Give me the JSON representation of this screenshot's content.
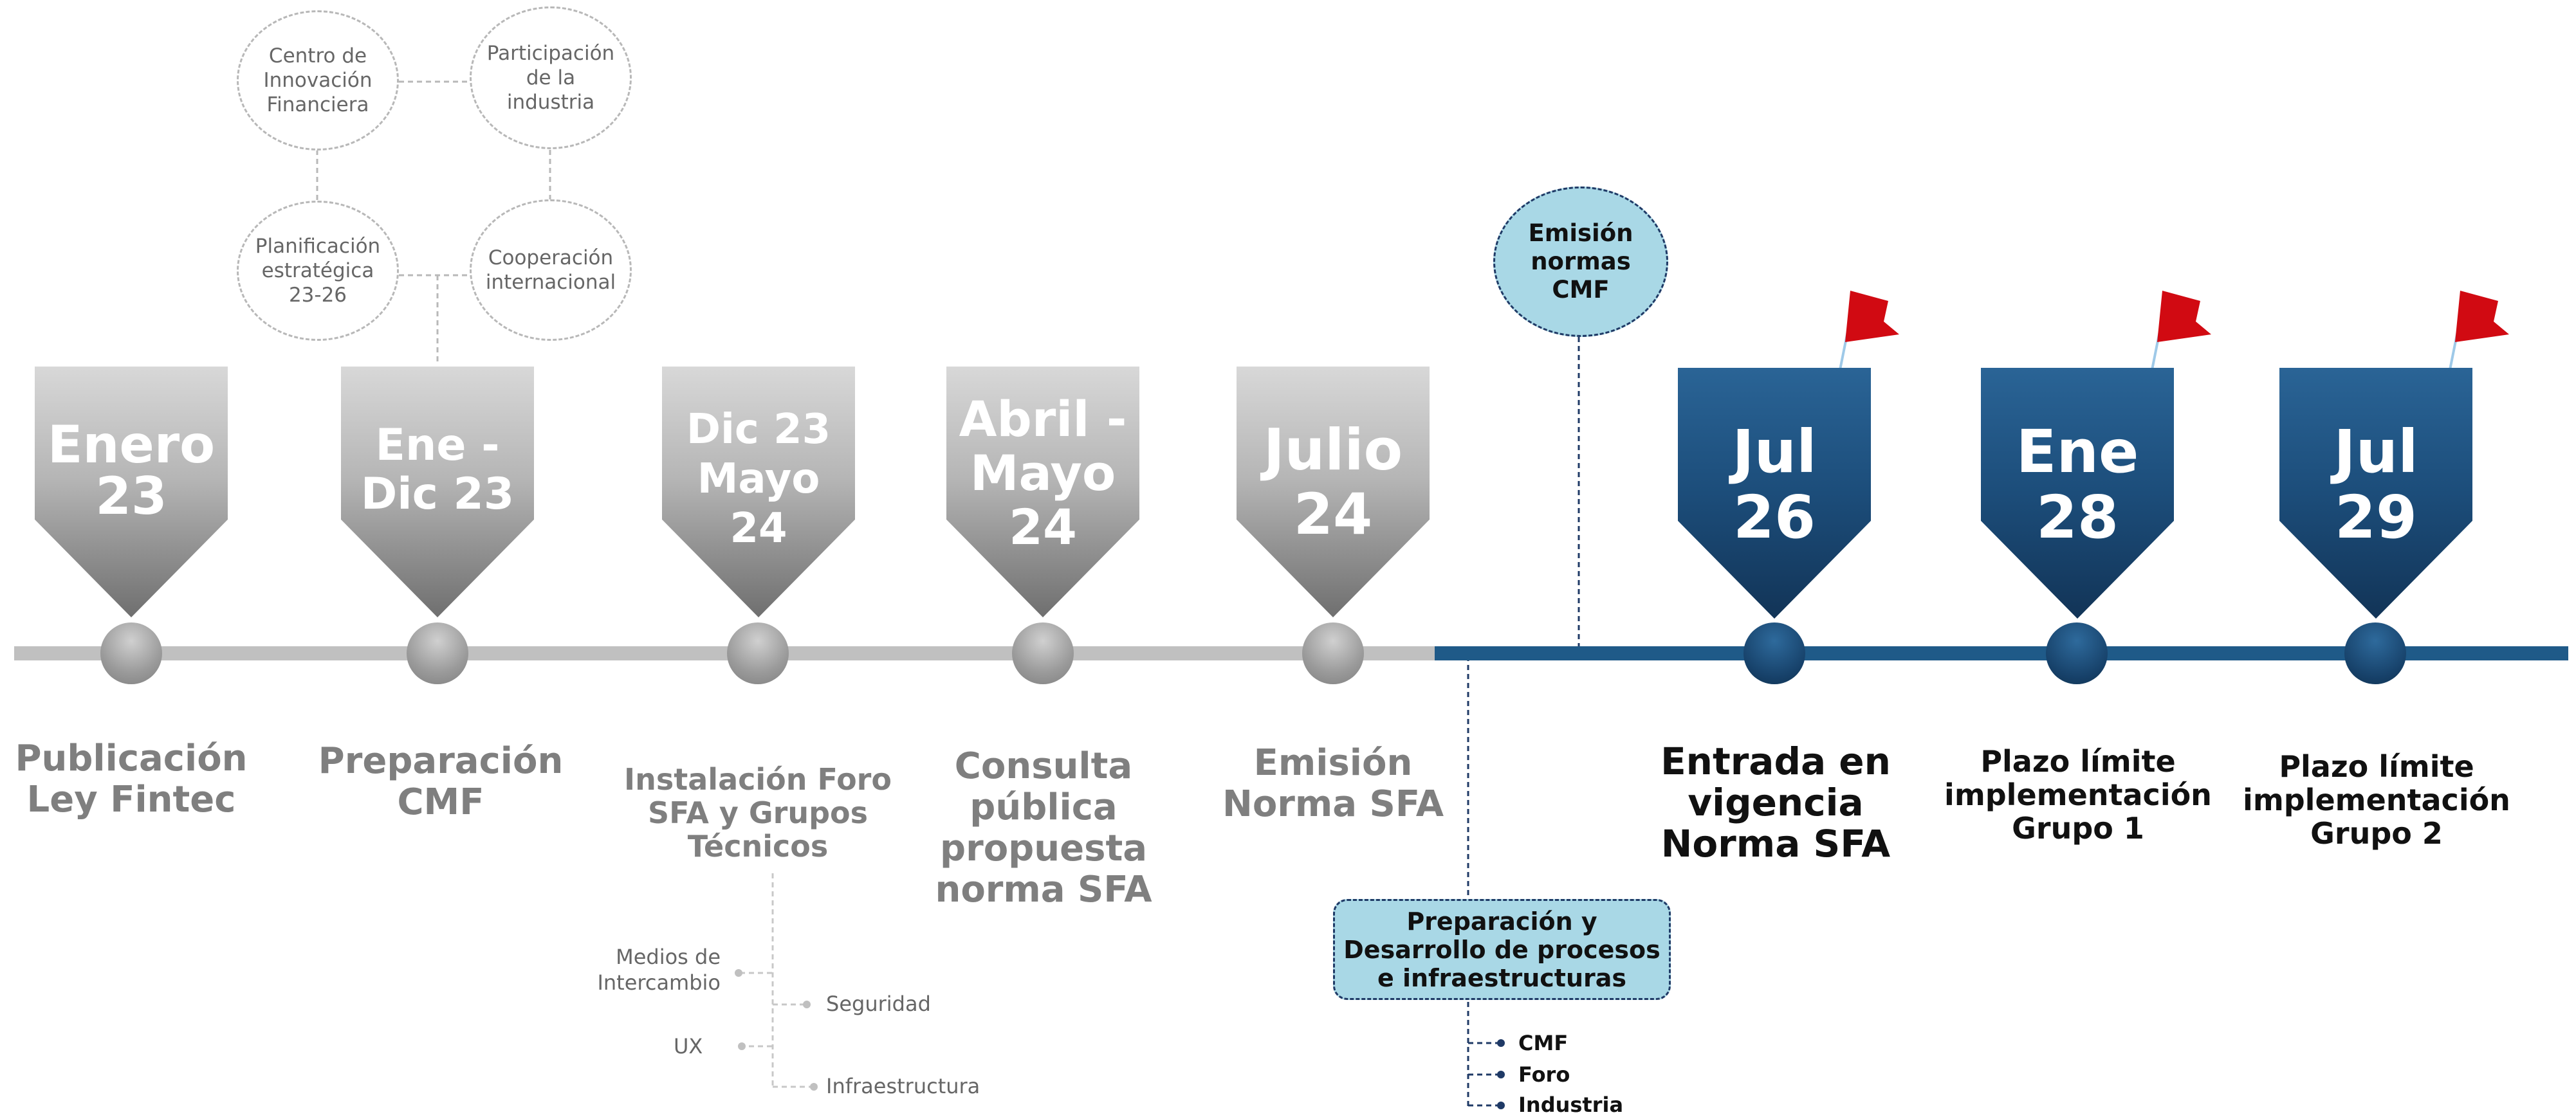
{
  "colors": {
    "gray_line": "#c0c0c0",
    "blue_line": "#1f5a88",
    "flag": "#d10a12",
    "light_blue_box": "#a9d8e6"
  },
  "bubbles": {
    "centro": "Centro de\nInnovación\nFinanciera",
    "participacion": "Participación\nde la\nindustria",
    "planificacion": "Planificación\nestratégica\n23-26",
    "cooperacion": "Cooperación\ninternacional"
  },
  "emision_bubble": "Emisión\nnormas\nCMF",
  "milestones": [
    {
      "date": "Enero\n23",
      "label": "Publicación\nLey Fintec"
    },
    {
      "date": "Ene -\nDic 23",
      "label": "Preparación\nCMF"
    },
    {
      "date": "Dic 23\nMayo\n24",
      "label": "Instalación Foro\nSFA y Grupos\nTécnicos"
    },
    {
      "date": "Abril -\nMayo\n24",
      "label": "Consulta\npública\npropuesta\nnorma SFA"
    },
    {
      "date": "Julio\n24",
      "label": "Emisión\nNorma SFA"
    },
    {
      "date": "Jul\n26",
      "label": "Entrada en\nvigencia\nNorma SFA"
    },
    {
      "date": "Ene\n28",
      "label": "Plazo límite\nimplementación\nGrupo 1"
    },
    {
      "date": "Jul\n29",
      "label": "Plazo límite\nimplementación\nGrupo 2"
    }
  ],
  "foro_sub": {
    "medios": "Medios de\nIntercambio",
    "seguridad": "Seguridad",
    "ux": "UX",
    "infra": "Infraestructura"
  },
  "prep_box": "Preparación y\nDesarrollo de procesos\ne infraestructuras",
  "prep_sub": [
    "CMF",
    "Foro",
    "Industria"
  ]
}
